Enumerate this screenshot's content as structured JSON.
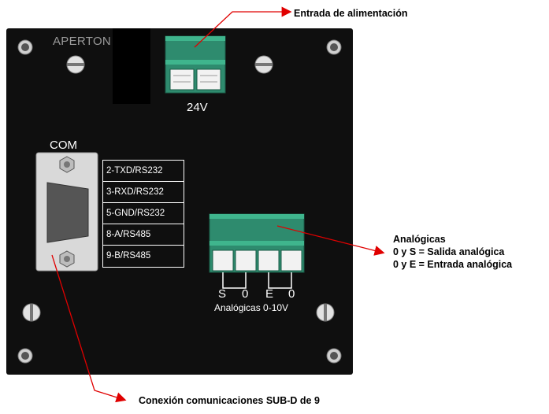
{
  "panel": {
    "brand": "APERTON",
    "power_connector_label": "24V",
    "com_label": "COM",
    "analog_pin_labels": [
      "S",
      "0",
      "E",
      "0"
    ],
    "analog_connector_label": "Analógicas 0-10V"
  },
  "pinout": [
    "2-TXD/RS232",
    "3-RXD/RS232",
    "5-GND/RS232",
    "8-A/RS485",
    "9-B/RS485"
  ],
  "callouts": {
    "power": "Entrada de alimentación",
    "analog": {
      "title": "Analógicas",
      "line1": "0 y S = Salida analógica",
      "line2": "0 y E = Entrada analógica"
    },
    "comm": "Conexión comunicaciones SUB-D de 9"
  },
  "colors": {
    "panel": "#0f0f0f",
    "terminal_green": "#2e8b6e",
    "terminal_light": "#3fb58d",
    "arrow": "#e00000",
    "connector_body": "#d9d9d9"
  }
}
